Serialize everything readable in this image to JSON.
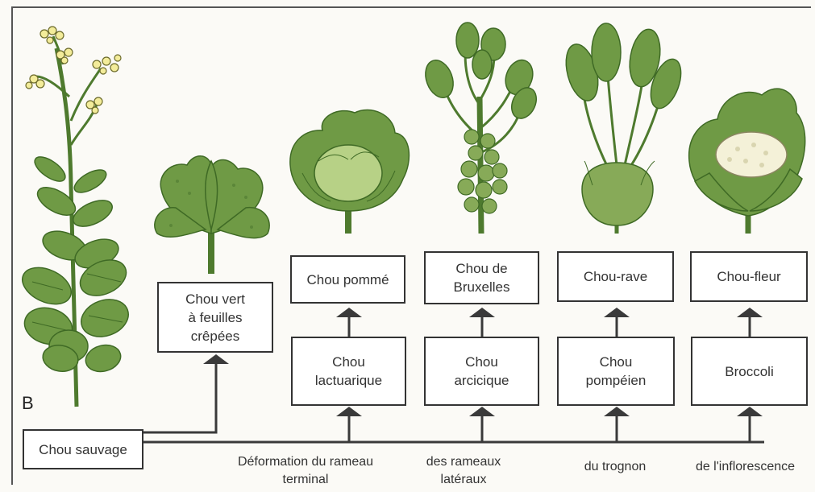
{
  "panel_letter": "B",
  "boxes": {
    "chou_sauvage": "Chou sauvage",
    "chou_vert": "Chou vert\nà feuilles\ncrêpées",
    "chou_pomme": "Chou pommé",
    "chou_de_bruxelles": "Chou de\nBruxelles",
    "chou_rave": "Chou-rave",
    "chou_fleur": "Chou-fleur",
    "chou_lactuarique": "Chou\nlactuarique",
    "chou_arcicique": "Chou\narcicique",
    "chou_pompeien": "Chou\npompéien",
    "broccoli": "Broccoli"
  },
  "captions": {
    "rameau_terminal": "Déformation du rameau\nterminal",
    "rameaux_lateraux": "des rameaux\nlatéraux",
    "trognon": "du trognon",
    "inflorescence": "de l'inflorescence"
  },
  "colors": {
    "leaf": "#6f9a45",
    "leaf_dark": "#3f6a25",
    "leaf_light": "#c9dc9a",
    "flower": "#f3ec9a",
    "curd": "#f4f1d8",
    "arrow": "#3a3a3a"
  }
}
